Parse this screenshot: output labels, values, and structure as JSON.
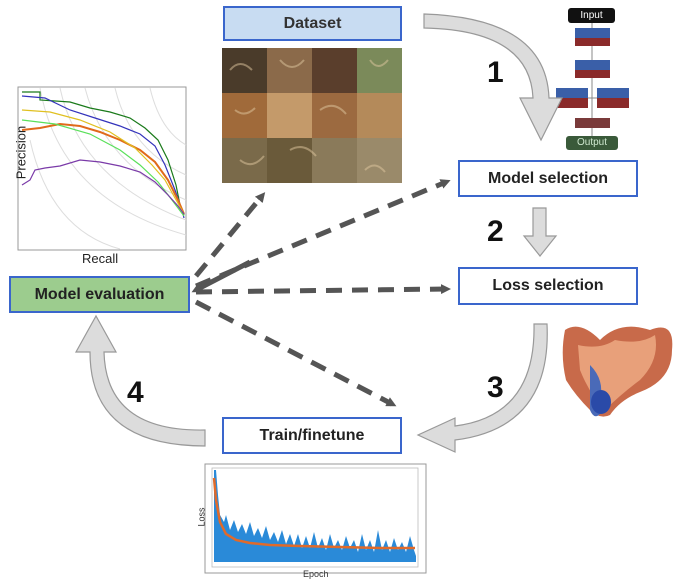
{
  "boxes": {
    "dataset": "Dataset",
    "model_selection": "Model selection",
    "loss_selection": "Loss selection",
    "train": "Train/finetune",
    "model_evaluation": "Model evaluation"
  },
  "steps": {
    "s1": "1",
    "s2": "2",
    "s3": "3",
    "s4": "4"
  },
  "network_diagram": {
    "input_label": "Input",
    "output_label": "Output"
  },
  "pr_curve": {
    "xlabel": "Recall",
    "ylabel": "Precision"
  },
  "loss_plot": {
    "xlabel": "Epoch",
    "ylabel": "Loss"
  },
  "colors": {
    "box_border": "#3a66cc",
    "dataset_fill": "#c8dcf2",
    "eval_fill": "#9ccc8e",
    "flow_arrow": "#d9d9d9",
    "dashed_arrow": "#555555"
  }
}
